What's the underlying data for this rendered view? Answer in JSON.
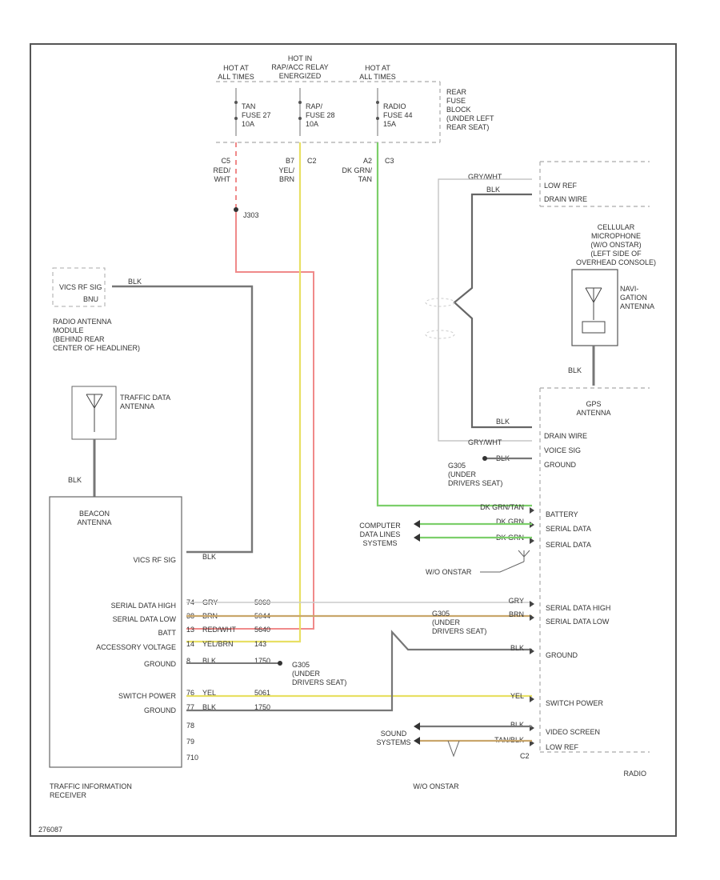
{
  "fuses": [
    {
      "hot": "HOT AT\nALL TIMES",
      "fuse": "TAN\nFUSE 27\n10A",
      "conn": "C5",
      "wire": "RED/\nWHT"
    },
    {
      "hot": "HOT IN\nRAP/ACC RELAY\nENERGIZED",
      "fuse": "RAP/\nFUSE 28\n10A",
      "conn": "B7",
      "conn2": "C2",
      "wire": "YEL/\nBRN"
    },
    {
      "hot": "HOT AT\nALL TIMES",
      "fuse": "RADIO\nFUSE 44\n15A",
      "conn": "A2",
      "conn2": "C3",
      "wire": "DK GRN/\nTAN"
    }
  ],
  "rear_fuse_block": "REAR\nFUSE\nBLOCK\n(UNDER LEFT\nREAR SEAT)",
  "splice_j303": "J303",
  "radio_antenna_module": {
    "label": "RADIO ANTENNA\nMODULE\n(BEHIND REAR\nCENTER OF HEADLINER)",
    "pins": [
      "VICS RF SIG",
      "BNU"
    ],
    "wire": "BLK"
  },
  "traffic_data_antenna": {
    "label": "TRAFFIC DATA\nANTENNA",
    "wire": "BLK"
  },
  "beacon_antenna": "BEACON\nANTENNA",
  "traffic_receiver": {
    "label": "TRAFFIC INFORMATION\nRECEIVER",
    "pins": [
      {
        "name": "VICS RF SIG",
        "num": "",
        "wire": "BLK",
        "circuit": ""
      },
      {
        "name": "SERIAL DATA HIGH",
        "num": "74",
        "wire": "GRY",
        "circuit": "5060"
      },
      {
        "name": "SERIAL DATA LOW",
        "num": "38",
        "wire": "BRN",
        "circuit": "5044"
      },
      {
        "name": "BATT",
        "num": "13",
        "wire": "RED/WHT",
        "circuit": "5640"
      },
      {
        "name": "ACCESSORY VOLTAGE",
        "num": "14",
        "wire": "YEL/BRN",
        "circuit": "143"
      },
      {
        "name": "GROUND",
        "num": "8",
        "wire": "BLK",
        "circuit": "1750"
      },
      {
        "name": "SWITCH POWER",
        "num": "76",
        "wire": "YEL",
        "circuit": "5061"
      },
      {
        "name": "GROUND",
        "num": "77",
        "wire": "BLK",
        "circuit": "1750"
      }
    ],
    "extra_nums": [
      "78",
      "79",
      "710"
    ]
  },
  "ground_g305_a": "G305\n(UNDER\nDRIVERS SEAT)",
  "ground_g305_b": "G305\n(UNDER\nDRIVERS SEAT)",
  "cellular_microphone": {
    "label": "CELLULAR\nMICROPHONE\n(W/O ONSTAR)\n(LEFT SIDE OF\nOVERHEAD CONSOLE)",
    "pins": [
      "LOW REF",
      "DRAIN WIRE"
    ],
    "wires": [
      "GRY/WHT",
      "BLK"
    ]
  },
  "navigation_antenna": {
    "label": "NAVI-\nGATION\nANTENNA",
    "wire": "BLK"
  },
  "gps_antenna": {
    "label": "GPS\nANTENNA",
    "pins": [
      "DRAIN WIRE",
      "VOICE SIG",
      "GROUND"
    ],
    "wires": [
      "BLK",
      "GRY/WHT",
      "BLK"
    ]
  },
  "ground_g305_c": "G305\n(UNDER\nDRIVERS SEAT)",
  "radio": {
    "label": "RADIO",
    "pins": [
      {
        "name": "BATTERY",
        "wire": "DK GRN/TAN"
      },
      {
        "name": "SERIAL DATA",
        "wire": "DK GRN"
      },
      {
        "name": "SERIAL DATA",
        "wire": "DK GRN"
      },
      {
        "name": "SERIAL DATA HIGH",
        "wire": "GRY"
      },
      {
        "name": "SERIAL DATA LOW",
        "wire": "BRN"
      },
      {
        "name": "GROUND",
        "wire": "BLK"
      },
      {
        "name": "SWITCH POWER",
        "wire": "YEL"
      },
      {
        "name": "VIDEO SCREEN",
        "wire": "BLK"
      },
      {
        "name": "LOW REF",
        "wire": "TAN/BLK"
      }
    ],
    "connector": "C2"
  },
  "computer_data_lines": "COMPUTER\nDATA LINES\nSYSTEMS",
  "wo_onstar_1": "W/O ONSTAR",
  "wo_onstar_2": "W/O ONSTAR",
  "sound_systems": "SOUND\nSYSTEMS",
  "page_id": "276087"
}
